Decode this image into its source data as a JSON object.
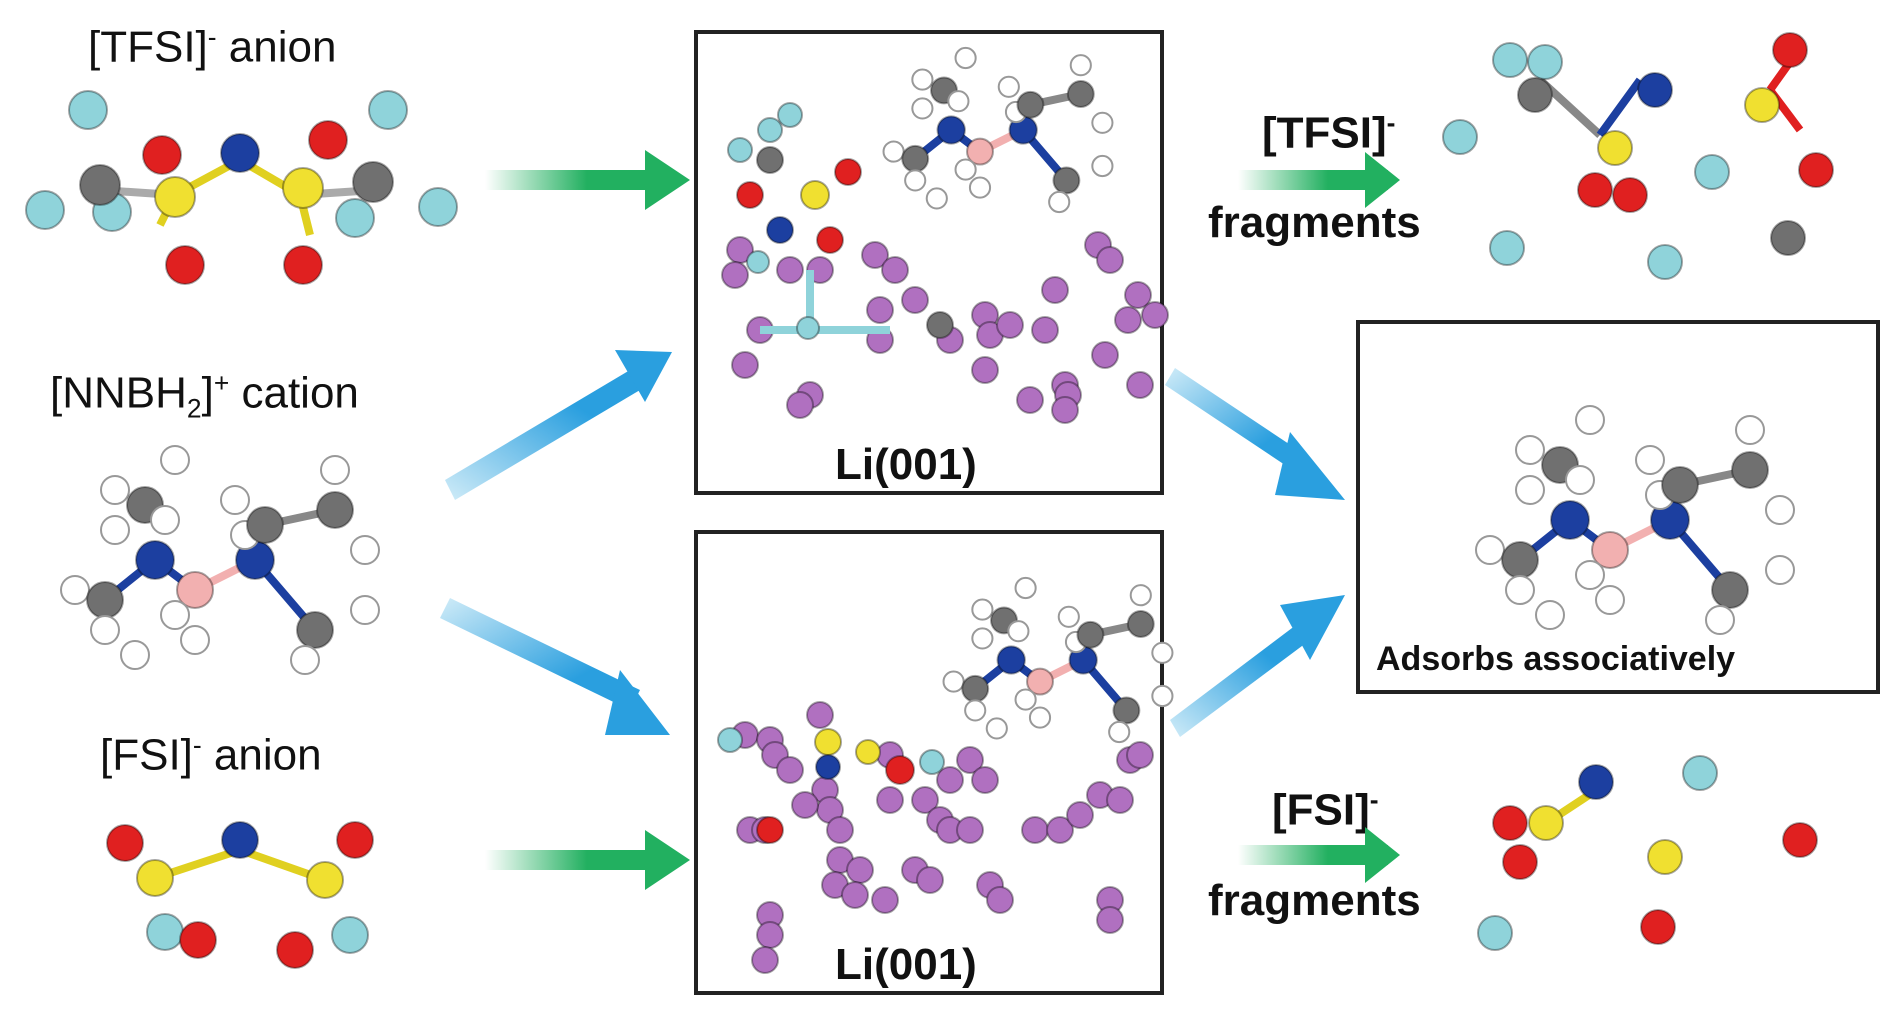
{
  "left_labels": {
    "tfsi": {
      "name": "[TFSI]",
      "charge": "-",
      "suffix": " anion"
    },
    "nnbh2": {
      "prefix": "[NNBH",
      "sub": "2",
      "close": "]",
      "charge": "+",
      "suffix": " cation"
    },
    "fsi": {
      "name": "[FSI]",
      "charge": "-",
      "suffix": " anion"
    }
  },
  "panels": {
    "top_surface": {
      "label": "Li(001)"
    },
    "bottom_surface": {
      "label": "Li(001)"
    },
    "result": {
      "label": "Adsorbs associatively"
    }
  },
  "fragment_labels": {
    "tfsi": {
      "name": "[TFSI]",
      "charge": "-",
      "word": "fragments"
    },
    "fsi": {
      "name": "[FSI]",
      "charge": "-",
      "word": "fragments"
    }
  },
  "colors": {
    "fluorine": "#8fd3da",
    "carbon": "#707070",
    "sulfur": "#f0e030",
    "oxygen": "#e02020",
    "nitrogen": "#1c3fa0",
    "boron": "#f2b0b0",
    "hydrogen": "#ffffff",
    "lithium": "#b070c0",
    "arrow_green": "#22b060",
    "arrow_blue": "#2a9fdf"
  }
}
